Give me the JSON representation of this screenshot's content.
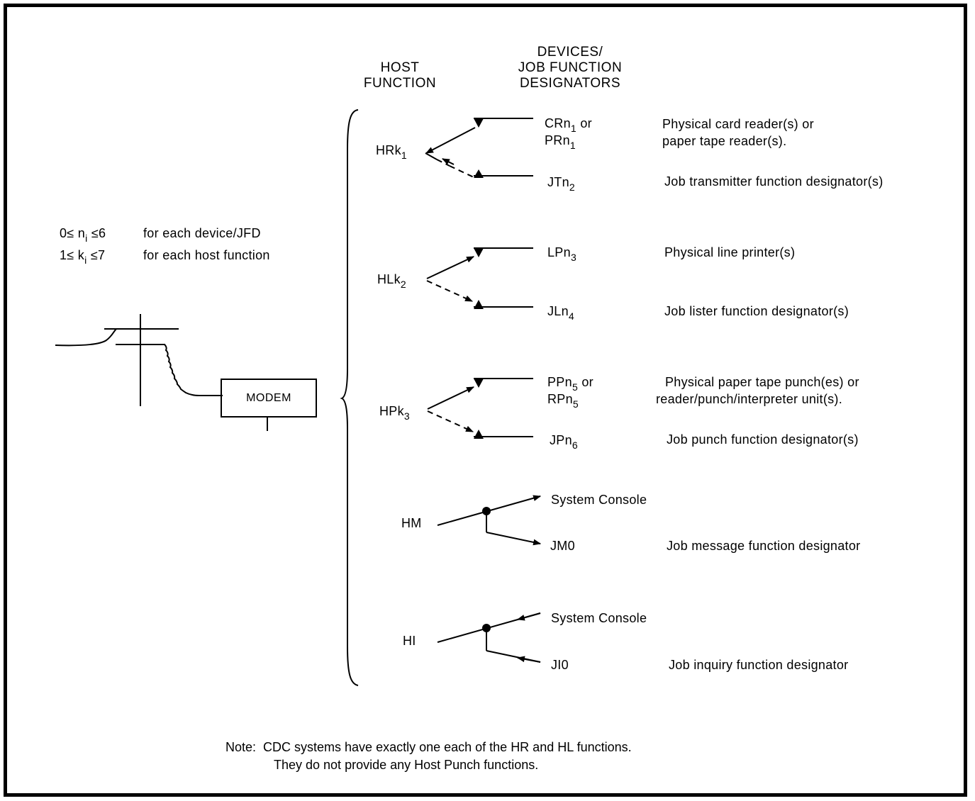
{
  "headers": {
    "host": [
      "HOST",
      "FUNCTION"
    ],
    "devices": [
      "DEVICES/",
      "JOB FUNCTION",
      "DESIGNATORS"
    ]
  },
  "constraints": {
    "n_expr": [
      "0≤ n",
      "i",
      " ≤6"
    ],
    "n_desc": "for each device/JFD",
    "k_expr": [
      "1≤ k",
      "i",
      " ≤7"
    ],
    "k_desc": "for each host function"
  },
  "modem_label": "MODEM",
  "host_functions": [
    {
      "base": "HRk",
      "sub": "1"
    },
    {
      "base": "HLk",
      "sub": "2"
    },
    {
      "base": "HPk",
      "sub": "3"
    },
    {
      "base": "HM",
      "sub": ""
    },
    {
      "base": "HI",
      "sub": ""
    }
  ],
  "devices": [
    {
      "line1": {
        "base": "CRn",
        "sub": "1",
        "suffix": " or"
      },
      "line2": {
        "base": "PRn",
        "sub": "1"
      },
      "desc": [
        "Physical card reader(s) or",
        "paper tape reader(s)."
      ]
    },
    {
      "line1": {
        "base": "JTn",
        "sub": "2"
      },
      "desc": [
        "Job transmitter function designator(s)"
      ]
    },
    {
      "line1": {
        "base": "LPn",
        "sub": "3"
      },
      "desc": [
        "Physical line printer(s)"
      ]
    },
    {
      "line1": {
        "base": "JLn",
        "sub": "4"
      },
      "desc": [
        "Job lister function designator(s)"
      ]
    },
    {
      "line1": {
        "base": "PPn",
        "sub": "5",
        "suffix": " or"
      },
      "line2": {
        "base": "RPn",
        "sub": "5"
      },
      "desc": [
        "Physical paper tape punch(es) or",
        "reader/punch/interpreter unit(s)."
      ]
    },
    {
      "line1": {
        "base": "JPn",
        "sub": "6"
      },
      "desc": [
        "Job punch function designator(s)"
      ]
    },
    {
      "line1": {
        "base": "System Console"
      }
    },
    {
      "line1": {
        "base": "JM0"
      },
      "desc": [
        "Job message function designator"
      ]
    },
    {
      "line1": {
        "base": "System Console"
      }
    },
    {
      "line1": {
        "base": "JI0"
      },
      "desc": [
        "Job inquiry function designator"
      ]
    }
  ],
  "note": {
    "line1": "Note:  CDC systems have exactly one each of the HR and HL functions.",
    "line2": "They do not provide any Host Punch functions."
  }
}
